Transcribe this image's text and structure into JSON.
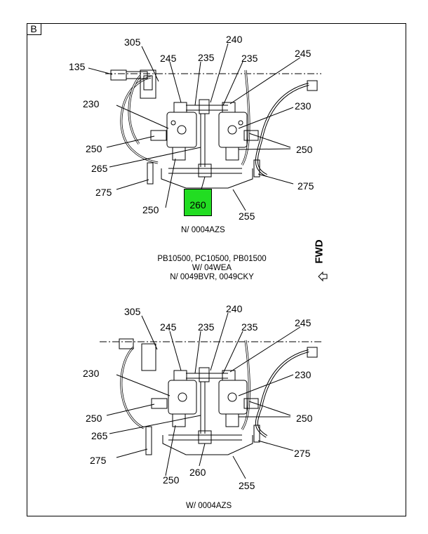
{
  "panel_label": "B",
  "top_view": {
    "callouts": {
      "c305": "305",
      "c240": "240",
      "c135": "135",
      "c245a": "245",
      "c235a": "235",
      "c235b": "235",
      "c245b": "245",
      "c230a": "230",
      "c230b": "230",
      "c250a": "250",
      "c250b": "250",
      "c250c": "250",
      "c265": "265",
      "c275a": "275",
      "c275b": "275",
      "c260": "260",
      "c255": "255"
    },
    "caption": "N/ 0004AZS"
  },
  "applicability": {
    "line1": "PB10500, PC10500, PB01500",
    "line2": "W/ 04WEA",
    "line3": "N/ 0049BVR, 0049CKY"
  },
  "fwd_label": "FWD",
  "bottom_view": {
    "callouts": {
      "c305": "305",
      "c240": "240",
      "c245a": "245",
      "c235a": "235",
      "c235b": "235",
      "c245b": "245",
      "c230a": "230",
      "c230b": "230",
      "c250a": "250",
      "c250b": "250",
      "c250c": "250",
      "c265": "265",
      "c275a": "275",
      "c275b": "275",
      "c260": "260",
      "c255": "255"
    },
    "caption": "W/ 0004AZS"
  },
  "highlight_color": "#22dd22"
}
